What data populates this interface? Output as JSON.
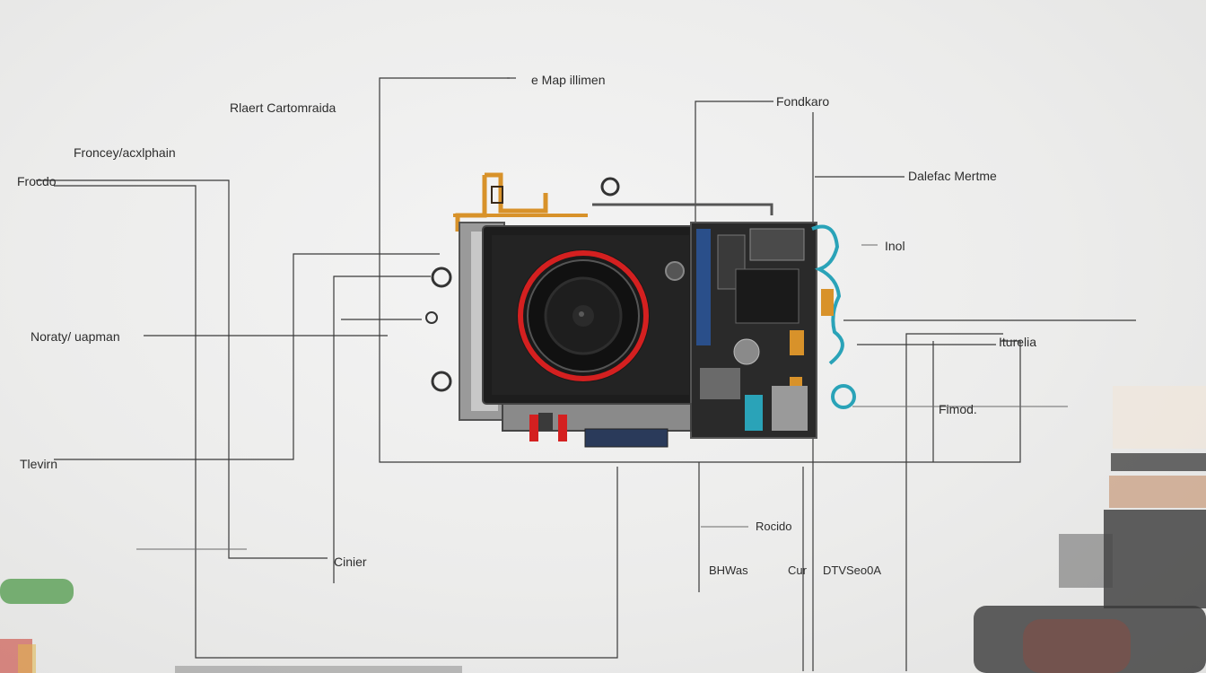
{
  "labels": {
    "top_center": "e Map illimen",
    "top_left": "Rlaert Cartomraida",
    "top_right": "Fondkaro",
    "left_upper": "Froncey/acxlphain",
    "left_edge": "Frocdo",
    "right_upper": "Dalefac Mertme",
    "right_small": "Inol",
    "left_mid": "Noraty/ uapman",
    "right_mid": "Iturelia",
    "right_lower": "Fimod.",
    "left_lower": "Tlevirn",
    "bottom_center": "Rocido",
    "bottom_left": "Cinier",
    "bottom_a": "BHWas",
    "bottom_b": "Cur",
    "bottom_c": "DTVSeo0A"
  },
  "colors": {
    "background": "#ececeb",
    "leader_line": "#3a3a3a",
    "lens_ring": "#d42020",
    "accent_cyan": "#2aa3b8",
    "accent_orange": "#d8922a",
    "pcb_blue": "#2a4f8a"
  }
}
